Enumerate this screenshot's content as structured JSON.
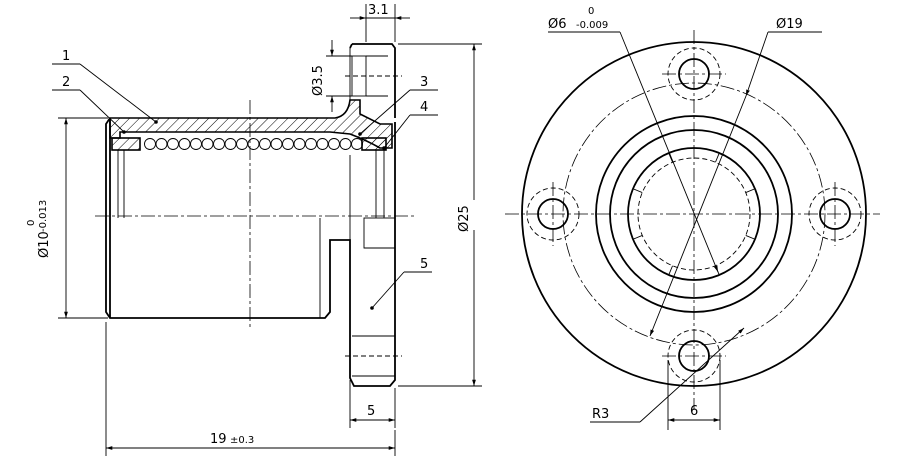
{
  "parts": {
    "p1": "1",
    "p2": "2",
    "p3": "3",
    "p4": "4",
    "p5": "5"
  },
  "dims": {
    "flange_width_label": "3.1",
    "hole_dia_prefix": "Ø3.5",
    "bore_dia_main": "Ø10",
    "bore_tol_upper": "0",
    "bore_tol_lower": "-0.013",
    "flange_od": "Ø25",
    "flange_thk": "5",
    "length_main": "19",
    "length_tol": "±0.3",
    "shaft_dia_main": "Ø6",
    "shaft_tol_upper": "0",
    "shaft_tol_lower": "-0.009",
    "pcd": "Ø19",
    "radius": "R3",
    "slot_width": "6"
  }
}
